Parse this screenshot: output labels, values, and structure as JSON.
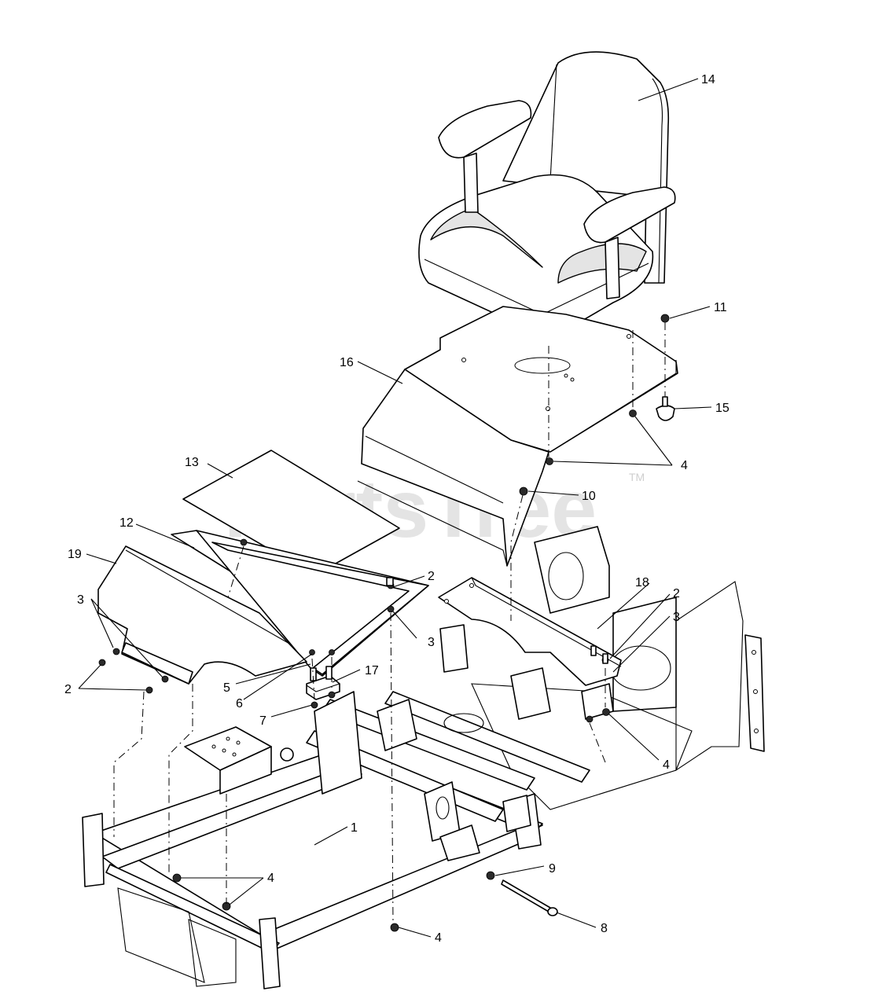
{
  "watermark": {
    "text": "PartsTree",
    "mark": "TM"
  },
  "callouts": [
    {
      "label": "14",
      "part": "seat"
    },
    {
      "label": "11",
      "part": "seat-nut"
    },
    {
      "label": "16",
      "part": "seat-pan"
    },
    {
      "label": "15",
      "part": "bumper"
    },
    {
      "label": "4",
      "part": "nut"
    },
    {
      "label": "13",
      "part": "floor-pad"
    },
    {
      "label": "10",
      "part": "nut"
    },
    {
      "label": "12",
      "part": "support-panel"
    },
    {
      "label": "19",
      "part": "side-panel"
    },
    {
      "label": "2",
      "part": "bolt"
    },
    {
      "label": "3",
      "part": "washer"
    },
    {
      "label": "18",
      "part": "mount-bracket"
    },
    {
      "label": "2",
      "part": "bolt"
    },
    {
      "label": "3",
      "part": "washer"
    },
    {
      "label": "3",
      "part": "washer"
    },
    {
      "label": "2",
      "part": "bolt"
    },
    {
      "label": "5",
      "part": "bolt"
    },
    {
      "label": "17",
      "part": "spacer"
    },
    {
      "label": "6",
      "part": "washer"
    },
    {
      "label": "7",
      "part": "nut"
    },
    {
      "label": "4",
      "part": "nut"
    },
    {
      "label": "1",
      "part": "frame"
    },
    {
      "label": "9",
      "part": "washer"
    },
    {
      "label": "4",
      "part": "nut"
    },
    {
      "label": "4",
      "part": "nut"
    },
    {
      "label": "8",
      "part": "pivot-bolt"
    }
  ]
}
